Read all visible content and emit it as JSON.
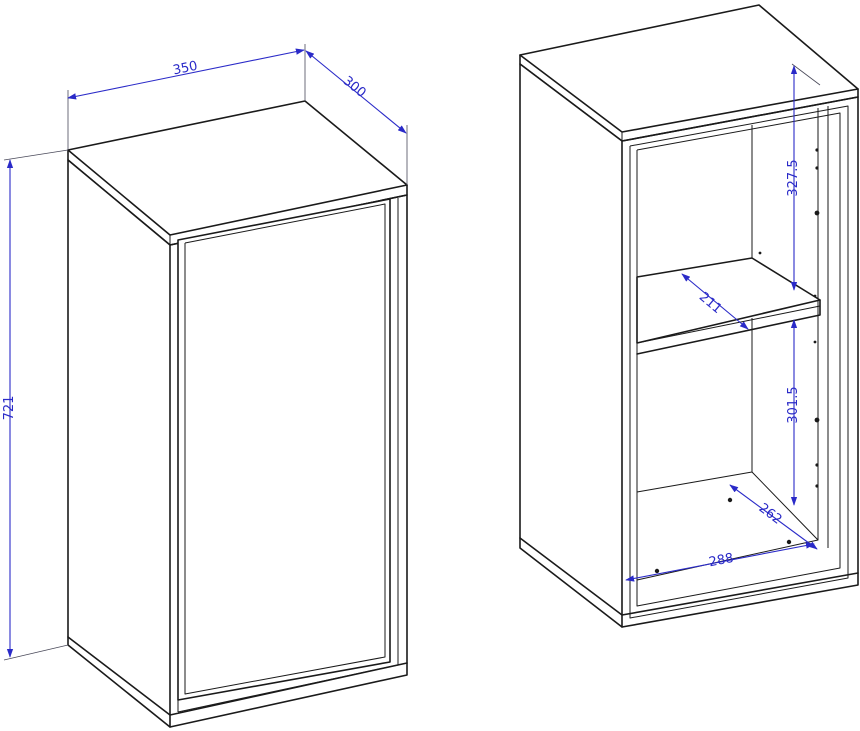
{
  "colors": {
    "dimension": "#2a2ac8",
    "outline": "#1a1a1a",
    "background": "#ffffff"
  },
  "dimensions": {
    "width": "350",
    "depth": "300",
    "height": "721",
    "upper_compartment_height": "327.5",
    "shelf_depth": "211",
    "lower_compartment_height": "301.5",
    "bottom_depth": "262",
    "inner_width": "288"
  }
}
